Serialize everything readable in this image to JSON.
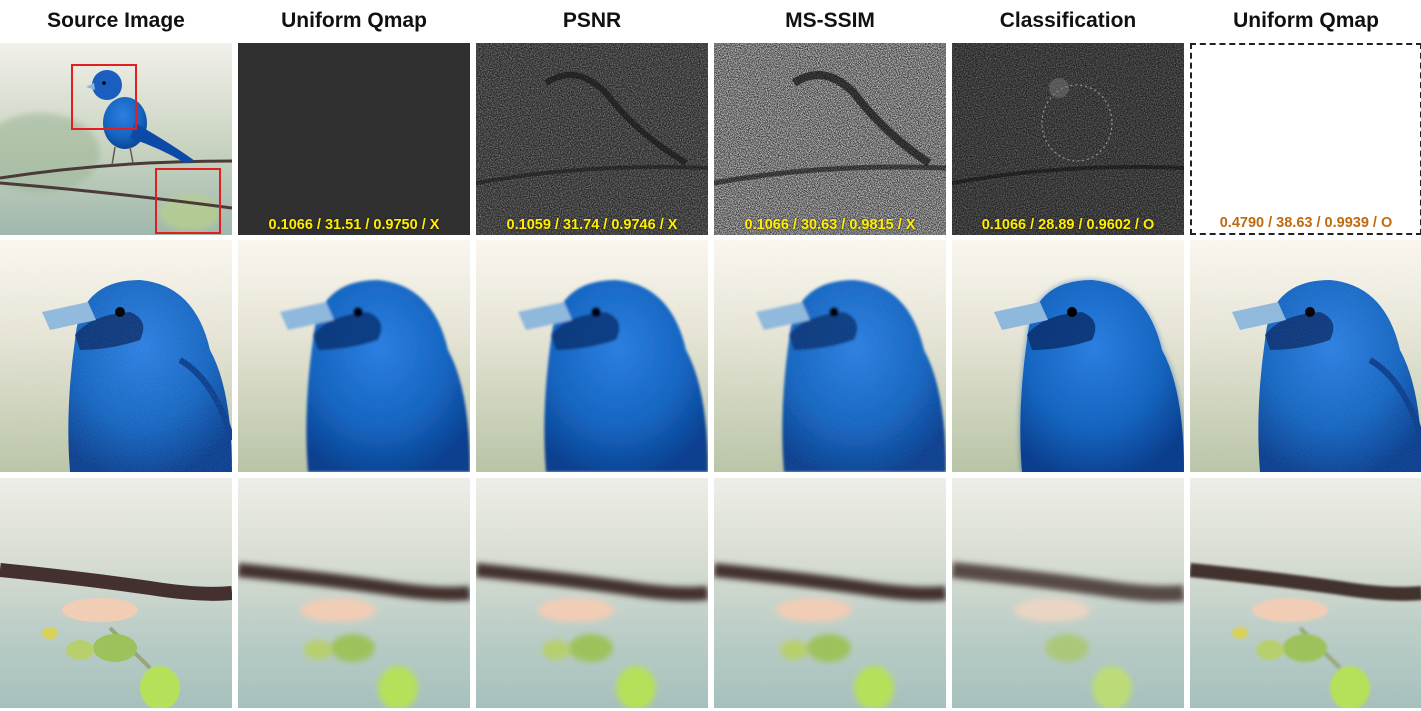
{
  "headers": [
    "Source Image",
    "Uniform Qmap",
    "PSNR",
    "MS-SSIM",
    "Classification",
    "Uniform Qmap"
  ],
  "metrics": [
    {
      "bpp": "0.1066",
      "psnr": "31.51",
      "msssim": "0.9750",
      "cls": "X"
    },
    {
      "bpp": "0.1059",
      "psnr": "31.74",
      "msssim": "0.9746",
      "cls": "X"
    },
    {
      "bpp": "0.1066",
      "psnr": "30.63",
      "msssim": "0.9815",
      "cls": "X"
    },
    {
      "bpp": "0.1066",
      "psnr": "28.89",
      "msssim": "0.9602",
      "cls": "O"
    },
    {
      "bpp": "0.4790",
      "psnr": "38.63",
      "msssim": "0.9939",
      "cls": "O"
    }
  ],
  "metric_labels": [
    "0.1066 / 31.51 / 0.9750  / X",
    "0.1059 / 31.74 / 0.9746  / X",
    "0.1066 / 30.63 / 0.9815  / X",
    "0.1066 / 28.89 / 0.9602  / O",
    "0.4790 / 38.63 / 0.9939  / O"
  ],
  "colors": {
    "metric_text": "#ffee00",
    "metric_text_highlight": "#c06a10",
    "bird_blue": "#1565c0",
    "crop_box": "#e02020"
  }
}
